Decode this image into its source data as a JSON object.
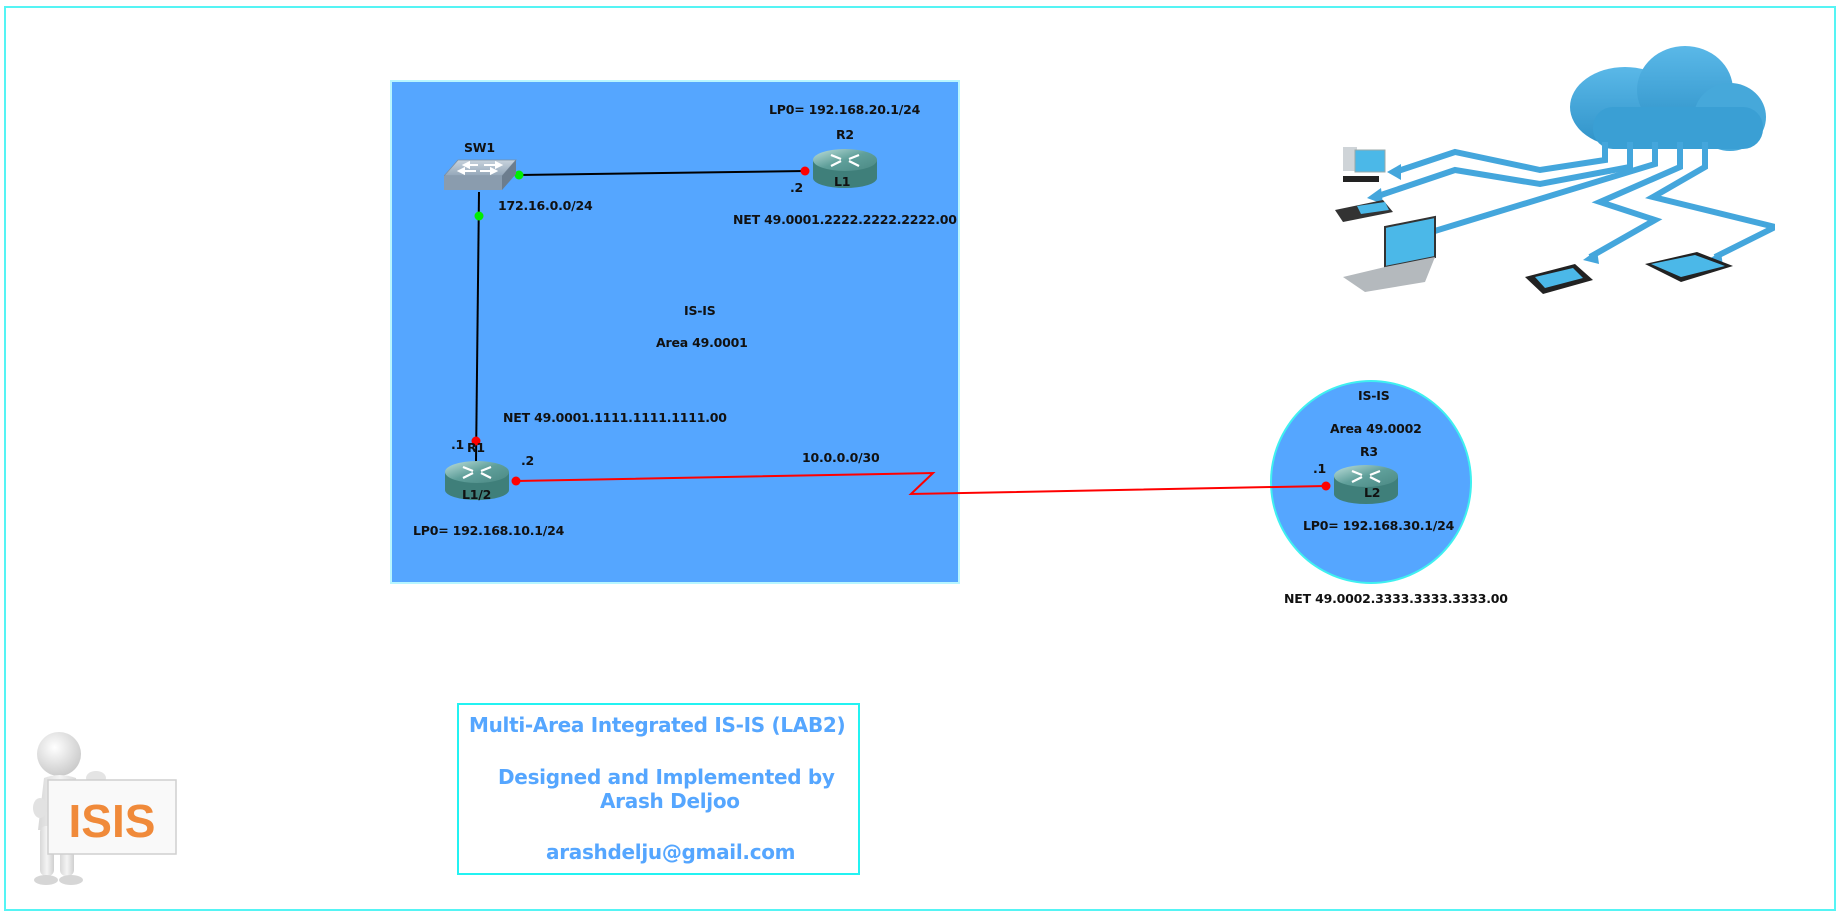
{
  "colors": {
    "area_fill": "#55a6ff",
    "frame_border": "#55f4f4",
    "link_ethernet": "#000000",
    "link_serial": "#ff0000",
    "port_up": "#00ee00",
    "port_down": "#ff0000",
    "info_text": "#55a6ff",
    "isis_text": "#f08a3a"
  },
  "area1": {
    "protocol": "IS-IS",
    "area": "Area 49.0001"
  },
  "area2": {
    "protocol": "IS-IS",
    "area": "Area 49.0002"
  },
  "devices": {
    "sw1": {
      "name": "SW1",
      "type": "switch-icon"
    },
    "r1": {
      "name": "R1",
      "level": "L1/2",
      "loopback": "LP0= 192.168.10.1/24",
      "net": "NET 49.0001.1111.1111.1111.00",
      "type": "router-icon"
    },
    "r2": {
      "name": "R2",
      "level": "L1",
      "loopback": "LP0= 192.168.20.1/24",
      "net": "NET 49.0001.2222.2222.2222.00",
      "type": "router-icon"
    },
    "r3": {
      "name": "R3",
      "level": "L2",
      "loopback": "LP0= 192.168.30.1/24",
      "net": "NET 49.0002.3333.3333.3333.00",
      "type": "router-icon"
    }
  },
  "links": {
    "lan": {
      "subnet": "172.16.0.0/24",
      "r1_host": ".1",
      "r2_host": ".2"
    },
    "serial": {
      "subnet": "10.0.0.0/30",
      "r1_host": ".2",
      "r3_host": ".1"
    }
  },
  "info": {
    "title": "Multi-Area Integrated IS-IS (LAB2)",
    "designed_by": "Designed and Implemented by",
    "author": "Arash Deljoo",
    "email": "arashdelju@gmail.com"
  },
  "isis_sign": {
    "text": "ISIS"
  },
  "cloud_illustration": {
    "name": "cloud-computing-illustration"
  }
}
